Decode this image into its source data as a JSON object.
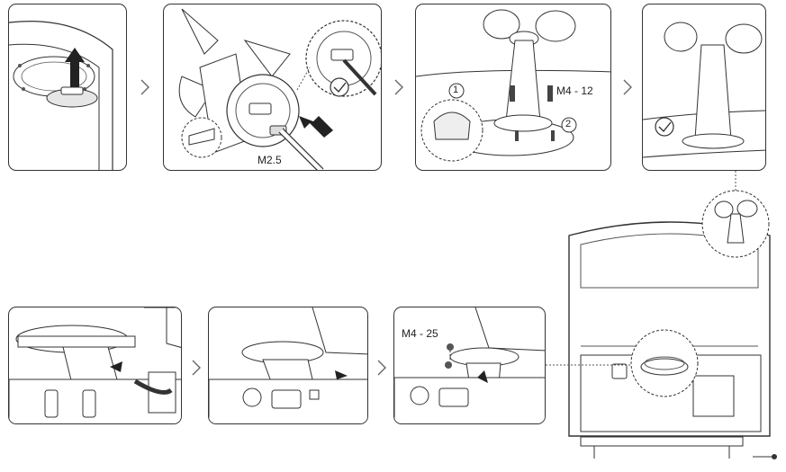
{
  "steps": {
    "step2": {
      "screw_label": "M2.5"
    },
    "step3": {
      "screw_label": "M4 - 12",
      "marker_1": "1",
      "marker_2": "2"
    },
    "step7": {
      "screw_label": "M4 - 25"
    }
  },
  "colors": {
    "stroke": "#333333",
    "fill": "#ffffff",
    "arrow": "#222222",
    "shade": "#d9d9d9"
  },
  "icons": [
    "up-arrow-icon",
    "push-arrow-icon",
    "check-icon",
    "chevron-right-icon",
    "screw-icon",
    "magnifier-circle"
  ]
}
